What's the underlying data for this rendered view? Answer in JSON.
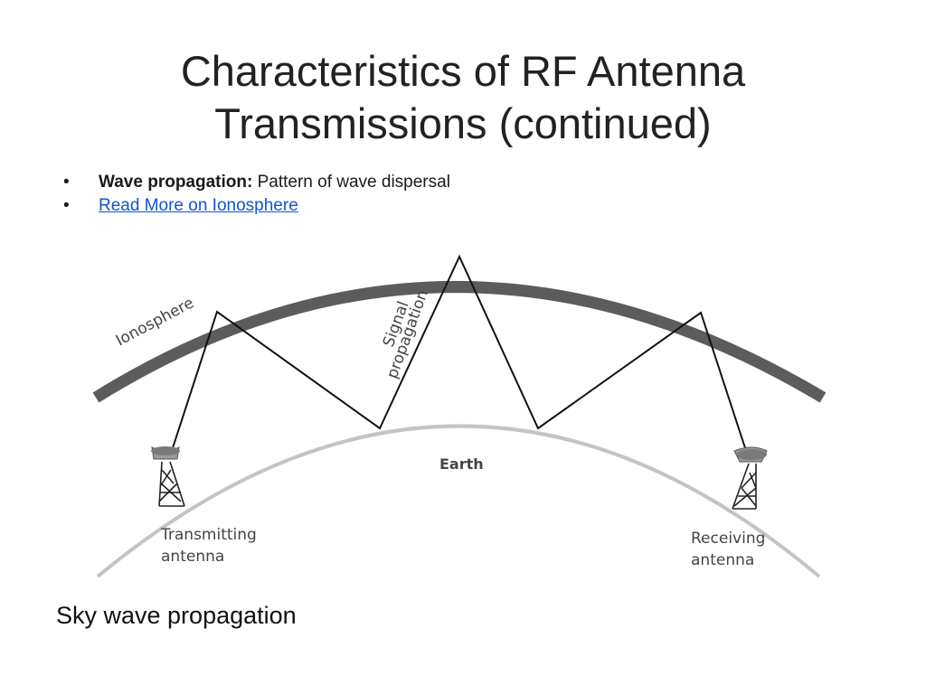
{
  "title": {
    "line1": "Characteristics of RF Antenna",
    "line2": "Transmissions (continued)"
  },
  "bullets": {
    "marker": "•",
    "item1_bold": "Wave propagation:",
    "item1_text": "Pattern of wave dispersal",
    "item2_link": "Read More on Ionosphere"
  },
  "diagram": {
    "ionosphere_label": "Ionosphere",
    "signal_label_line1": "Signal",
    "signal_label_line2": "propagation",
    "earth_label": "Earth",
    "transmitting_line1": "Transmitting",
    "transmitting_line2": "antenna",
    "receiving_line1": "Receiving",
    "receiving_line2": "antenna",
    "colors": {
      "ionosphere": "#5c5c5c",
      "earth": "#c4c4c4",
      "signal": "#111111"
    }
  },
  "caption": "Sky wave propagation"
}
